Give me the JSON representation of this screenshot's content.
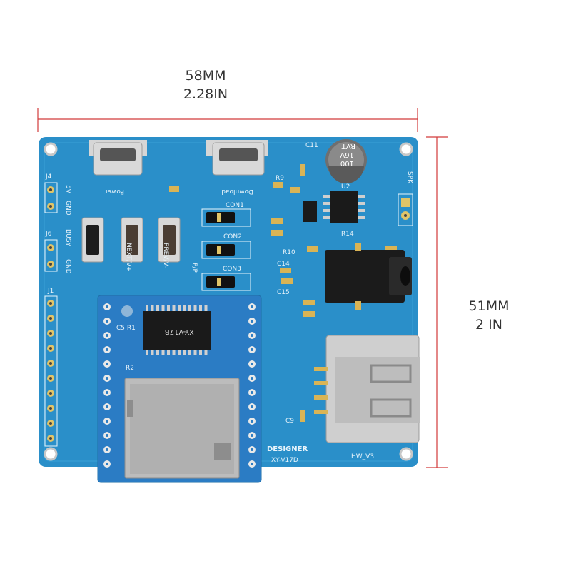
{
  "width_dim": {
    "mm": "58MM",
    "inch": "2.28IN"
  },
  "height_dim": {
    "mm": "51MM",
    "inch": "2 IN"
  },
  "silkscreen": {
    "power": "Power",
    "download": "Download",
    "j4": "J4",
    "j6": "J6",
    "j1": "J1",
    "v5": "5V",
    "gnd1": "GND",
    "busy": "BUSY",
    "gnd2": "GND",
    "next": "NEXT/V+",
    "prev": "PREV/V-",
    "pp": "P/P",
    "con1": "CON1",
    "con2": "CON2",
    "con3": "CON3",
    "spk": "SPK",
    "designer": "DESIGNER",
    "model": "XY-V17D",
    "hw": "HW_V3",
    "chip": "XY-V17B",
    "cap": [
      "100",
      "16V",
      "RVT"
    ],
    "cap_ref": "C11",
    "u2": "U2",
    "r9": "R9",
    "r10": "R10",
    "r14": "R14",
    "c14": "C14",
    "c15": "C15",
    "c9": "C9",
    "c5r1": "C5 R1",
    "r2": "R2"
  },
  "colors": {
    "pcb": "#2a8fc9",
    "pcb_dark": "#1f6fa6",
    "module": "#2b7cc4",
    "metal": "#c8c8c8",
    "dim_line": "#d23a3a"
  }
}
